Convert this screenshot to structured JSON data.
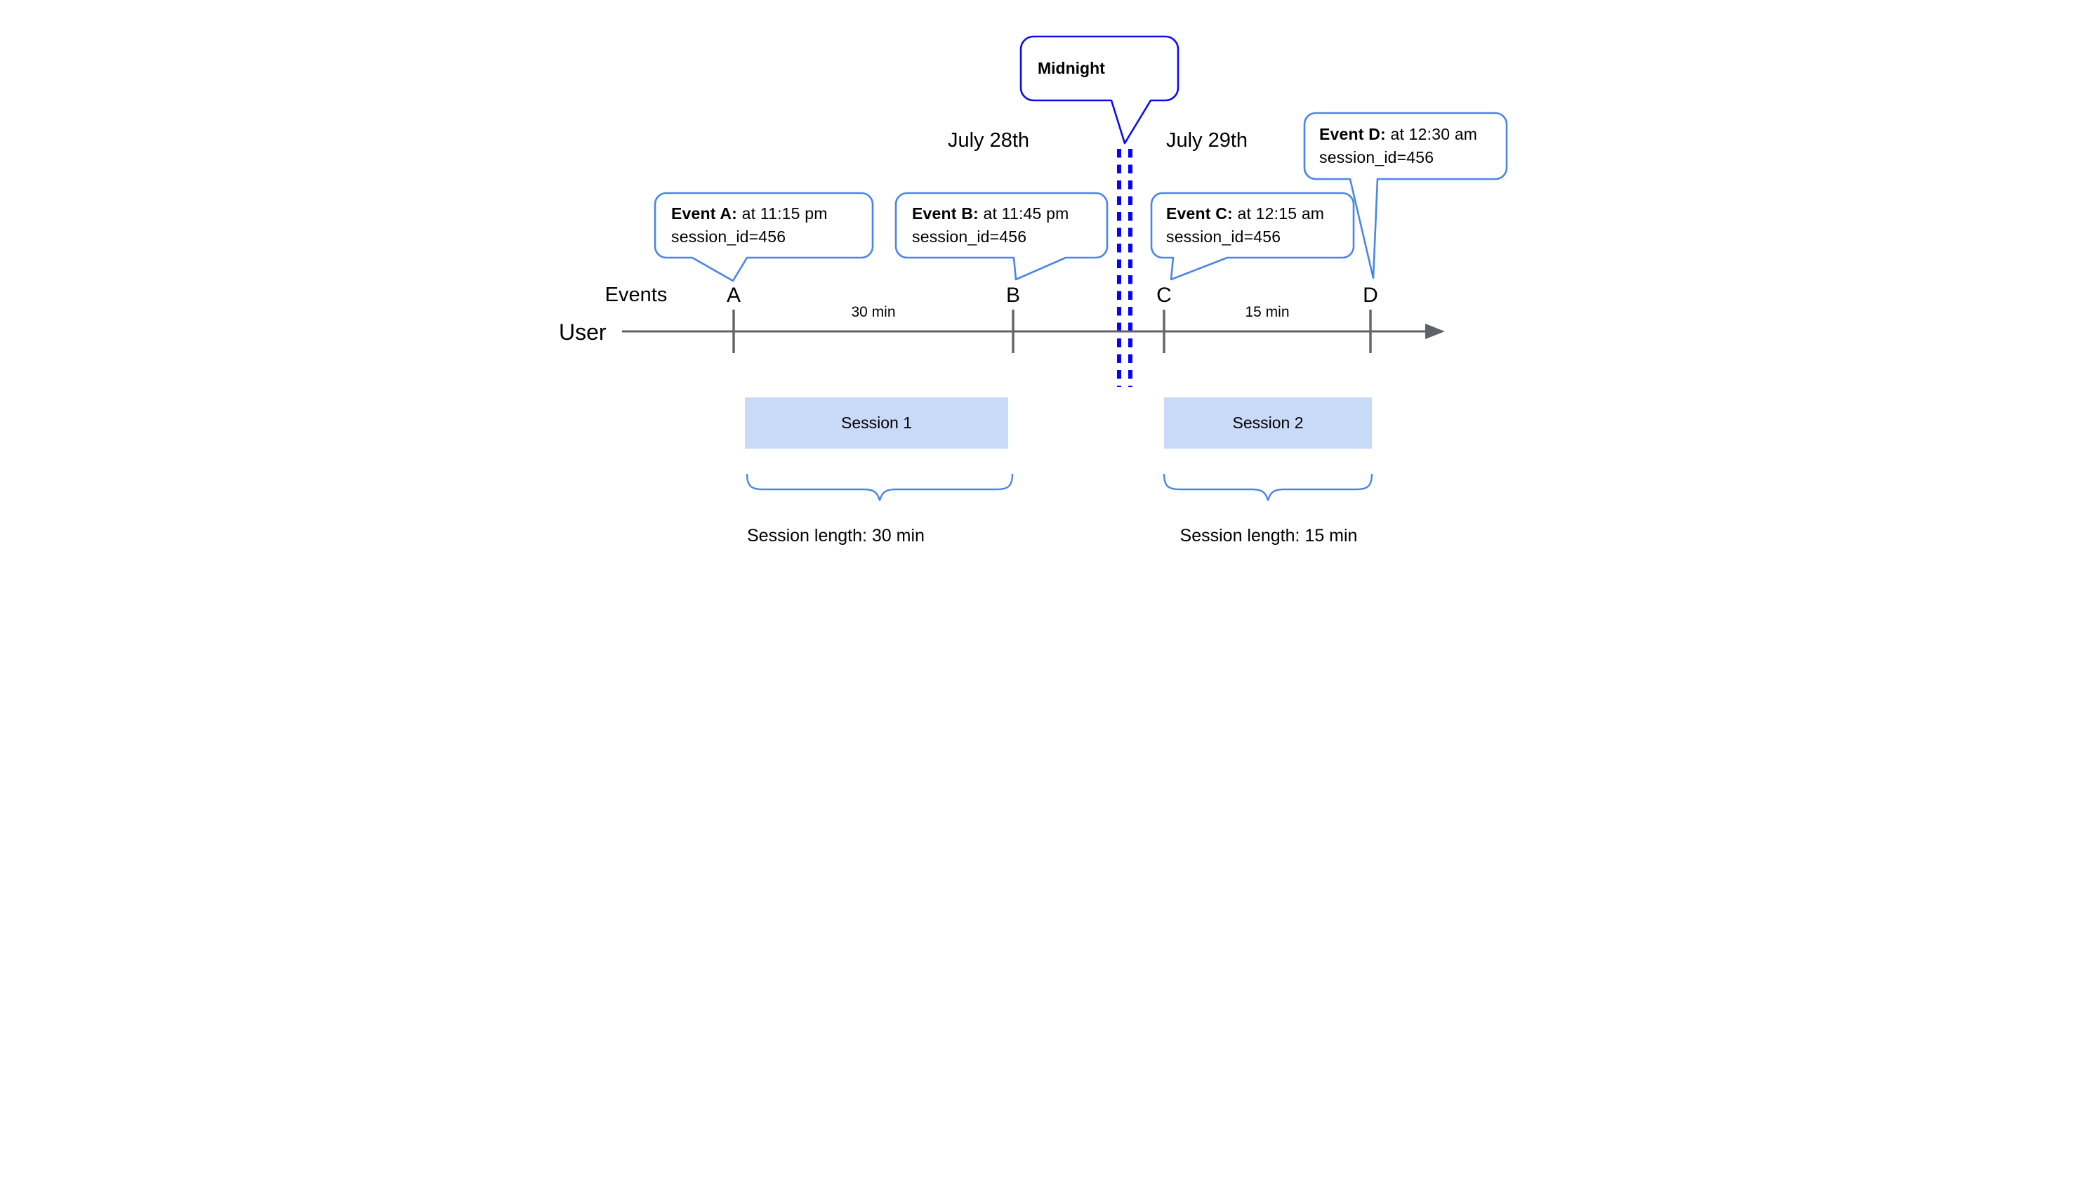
{
  "dates": {
    "left": "July 28th",
    "right": "July 29th"
  },
  "midnight_label": "Midnight",
  "axis": {
    "events_label": "Events",
    "user_label": "User"
  },
  "intervals": {
    "ab": "30 min",
    "cd": "15 min"
  },
  "events": [
    {
      "label": "A",
      "callout_bold": "Event A:",
      "callout_time": " at 11:15 pm",
      "callout_session": "session_id=456"
    },
    {
      "label": "B",
      "callout_bold": "Event B:",
      "callout_time": " at 11:45 pm",
      "callout_session": "session_id=456"
    },
    {
      "label": "C",
      "callout_bold": "Event C:",
      "callout_time": " at 12:15 am",
      "callout_session": "session_id=456"
    },
    {
      "label": "D",
      "callout_bold": "Event D:",
      "callout_time": " at 12:30 am",
      "callout_session": "session_id=456"
    }
  ],
  "sessions": [
    {
      "label": "Session 1",
      "length": "Session length: 30 min"
    },
    {
      "label": "Session 2",
      "length": "Session length: 15 min"
    }
  ],
  "colors": {
    "callout_border": "#4a86e8",
    "midnight_border": "#0b0bee",
    "dashed_line": "#0404fb",
    "session_fill": "#c9daf8",
    "timeline": "#5f6368",
    "brace": "#4a86e8",
    "text": "#000000"
  }
}
